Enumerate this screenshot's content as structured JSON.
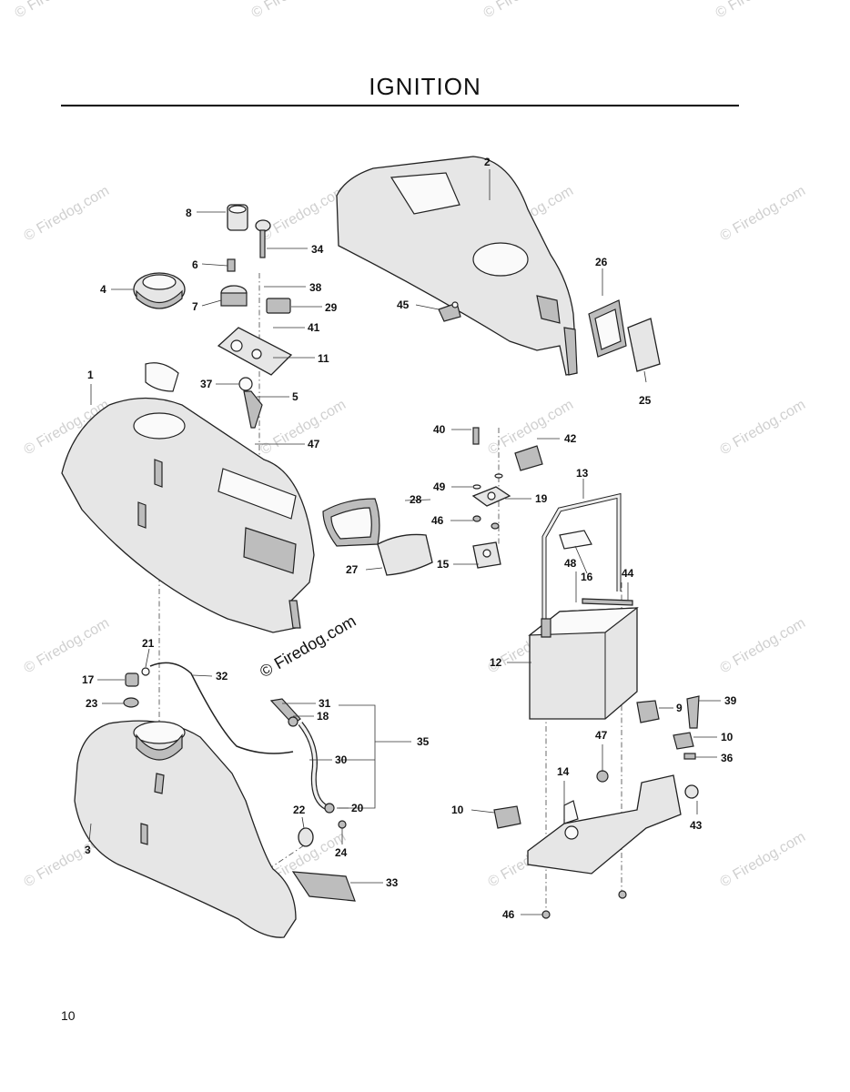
{
  "title": "IGNITION",
  "page_number": "10",
  "watermark": "© Firedog.com",
  "callouts": [
    "1",
    "2",
    "3",
    "4",
    "5",
    "6",
    "7",
    "8",
    "9",
    "10",
    "10",
    "11",
    "12",
    "13",
    "14",
    "15",
    "16",
    "17",
    "18",
    "19",
    "20",
    "21",
    "22",
    "23",
    "24",
    "25",
    "26",
    "27",
    "28",
    "29",
    "30",
    "31",
    "32",
    "33",
    "34",
    "35",
    "36",
    "37",
    "38",
    "39",
    "40",
    "41",
    "42",
    "43",
    "44",
    "45",
    "46",
    "46",
    "47",
    "47",
    "48",
    "49"
  ]
}
